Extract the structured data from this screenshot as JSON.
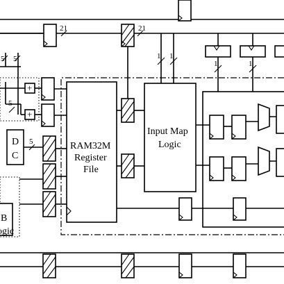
{
  "blocks": {
    "register_file": {
      "line1": "RAM32M",
      "line2": "Register",
      "line3": "File"
    },
    "input_map": {
      "line1": "Input Map",
      "line2": "Logic"
    },
    "dc_block": {
      "line1": "D",
      "line2": "C"
    },
    "b_logic": {
      "line1": "B",
      "line2": "ogic"
    }
  },
  "bus_widths": {
    "top_bus_a": "21",
    "top_bus_b": "21",
    "left_a": "5",
    "left_b": "5",
    "left_c": "5",
    "dc_out": "5",
    "map_in_a": "1",
    "map_in_b": "1",
    "right_reg_a": "1",
    "right_reg_b": "1"
  },
  "adder_symbol": "+"
}
